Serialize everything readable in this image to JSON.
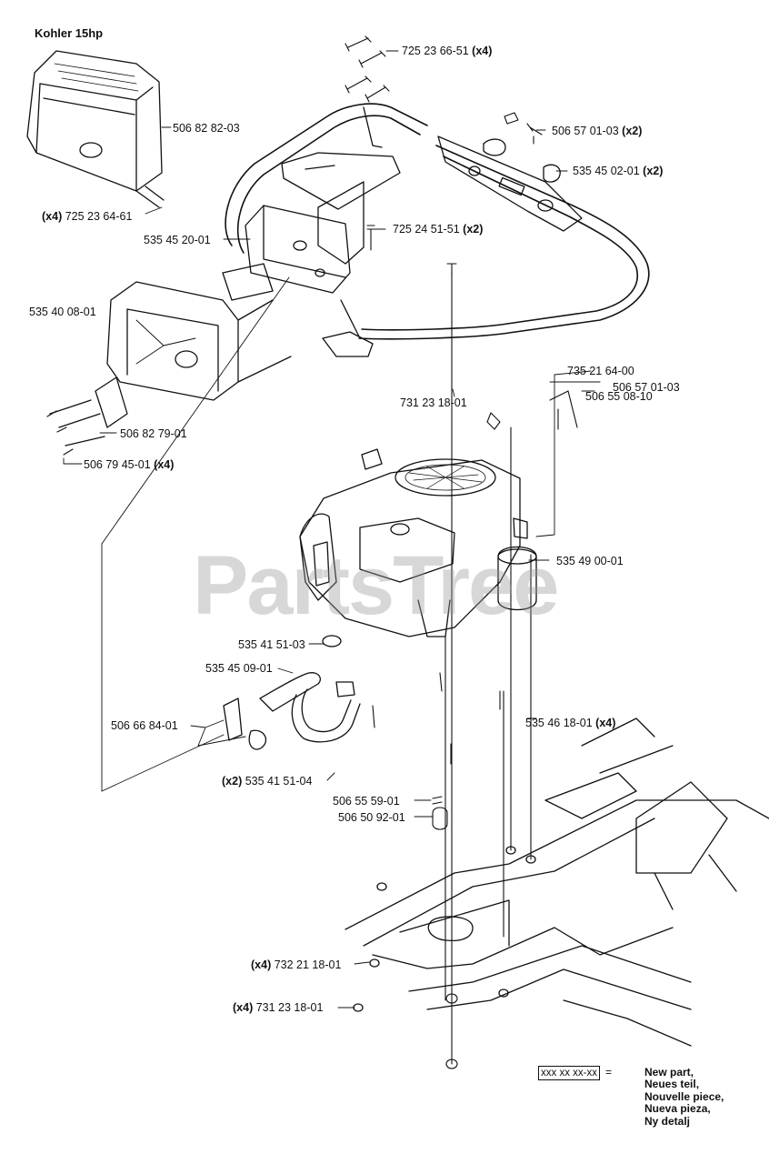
{
  "title": "Kohler 15hp",
  "watermark": "PartsTree",
  "legend": {
    "code": "xxx xx xx-xx",
    "equals": "=",
    "lines": [
      "New part,",
      "Neues teil,",
      "Nouvelle piece,",
      "Nueva pieza,",
      "Ny detalj"
    ]
  },
  "parts": {
    "p1": {
      "num": "725 23 66-51",
      "qty": "(x4)"
    },
    "p2": {
      "num": "506 82 82-03",
      "qty": ""
    },
    "p3": {
      "num": "506 57 01-03",
      "qty": "(x2)"
    },
    "p4": {
      "num": "535 45 02-01",
      "qty": "(x2)"
    },
    "p5": {
      "num": "725 23 64-61",
      "qty": "(x4)"
    },
    "p6": {
      "num": "535 45 20-01",
      "qty": ""
    },
    "p7": {
      "num": "725 24 51-51",
      "qty": "(x2)"
    },
    "p8": {
      "num": "535 40 08-01",
      "qty": ""
    },
    "p9": {
      "num": "735 21 64-00",
      "qty": ""
    },
    "p10": {
      "num": "506 57 01-03",
      "qty": ""
    },
    "p11": {
      "num": "506 55 08-10",
      "qty": ""
    },
    "p12": {
      "num": "731 23 18-01",
      "qty": ""
    },
    "p13": {
      "num": "506 82 79-01",
      "qty": ""
    },
    "p14": {
      "num": "506 79 45-01",
      "qty": "(x4)"
    },
    "p15": {
      "num": "535 49 00-01",
      "qty": ""
    },
    "p16": {
      "num": "535 41 51-03",
      "qty": ""
    },
    "p17": {
      "num": "535 45 09-01",
      "qty": ""
    },
    "p18": {
      "num": "535 46 18-01",
      "qty": "(x4)"
    },
    "p19": {
      "num": "506 66 84-01",
      "qty": ""
    },
    "p20": {
      "num": "535 41 51-04",
      "qty": "(x2)"
    },
    "p21": {
      "num": "506 55 59-01",
      "qty": ""
    },
    "p22": {
      "num": "506 50 92-01",
      "qty": ""
    },
    "p23": {
      "num": "732 21 18-01",
      "qty": "(x4)"
    },
    "p24": {
      "num": "731 23 18-01",
      "qty": "(x4)"
    }
  }
}
